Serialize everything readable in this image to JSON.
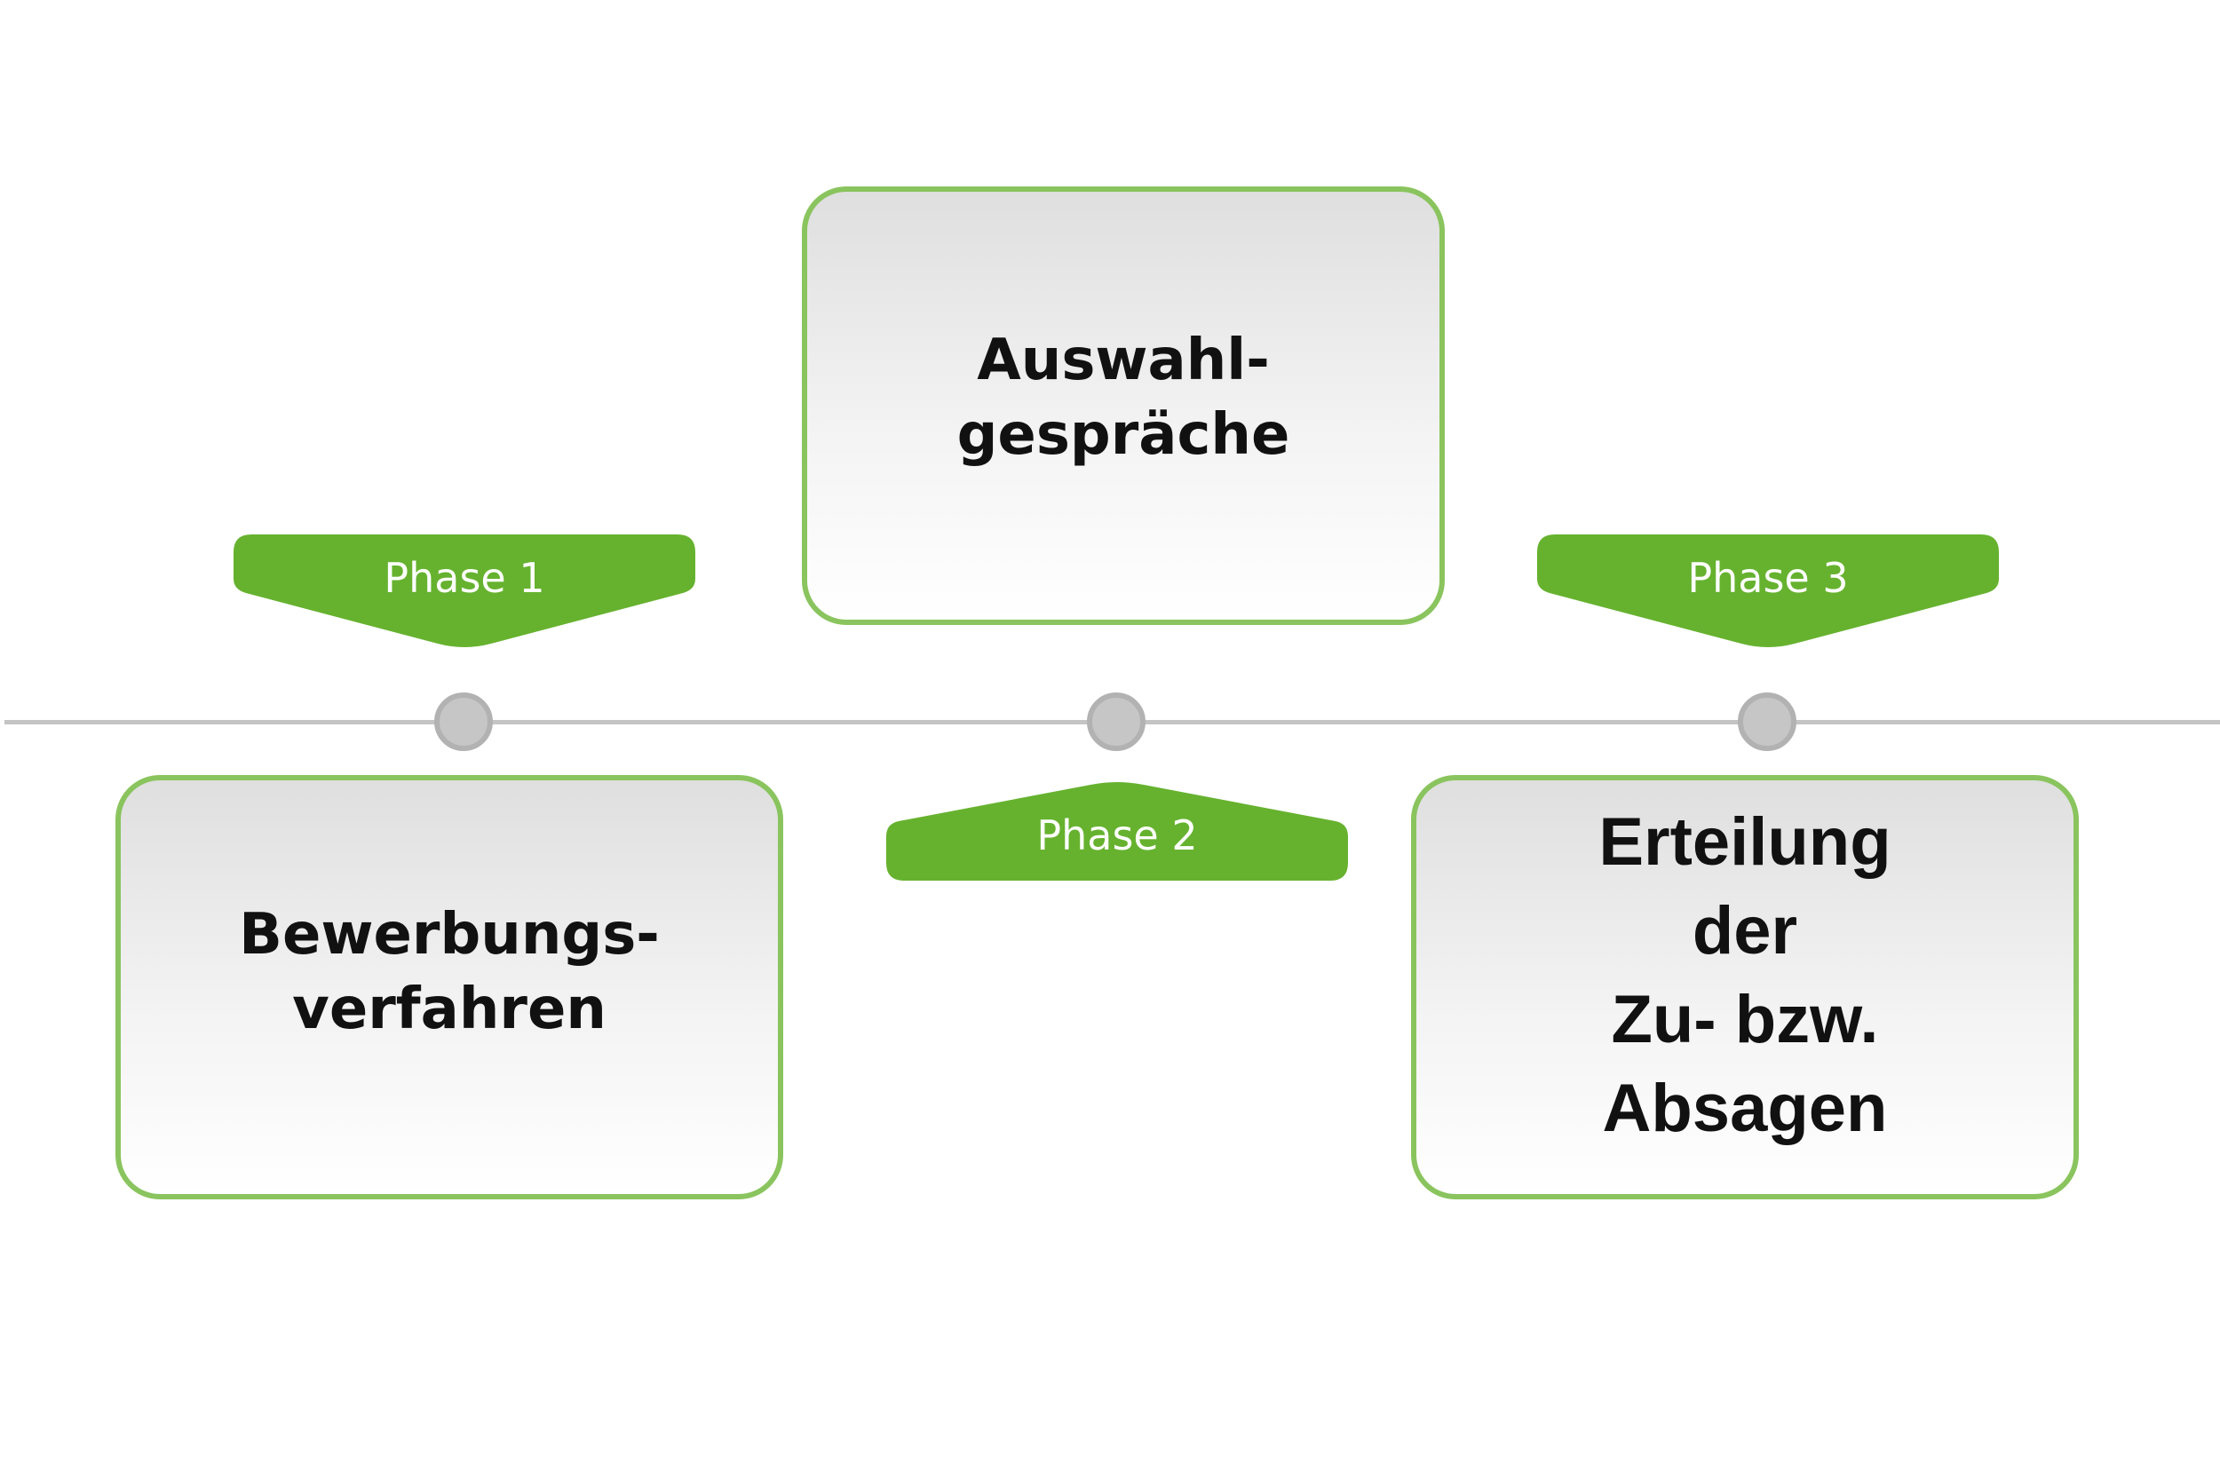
{
  "colors": {
    "accent_green": "#66b22f",
    "box_border": "#8ac45e",
    "timeline_gray": "#c4c4c4",
    "text_dark": "#111111"
  },
  "phases": [
    {
      "label": "Phase 1",
      "title": "Bewerbungs-\nverfahren"
    },
    {
      "label": "Phase 2",
      "title": "Auswahl-\ngespräche"
    },
    {
      "label": "Phase 3",
      "title": "Erteilung\nder\nZu- bzw.\nAbsagen"
    }
  ]
}
